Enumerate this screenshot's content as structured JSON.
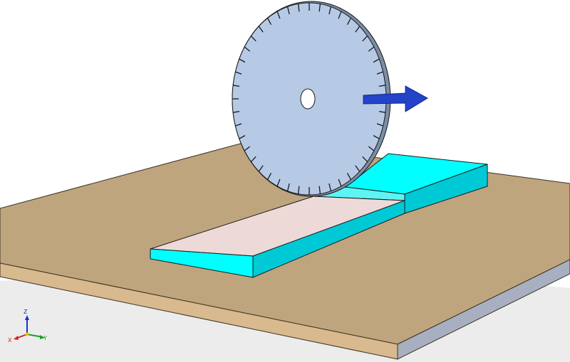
{
  "scene": {
    "description_visible": "",
    "colors": {
      "background": "#ffffff",
      "floor_shadow": "#ececec",
      "table_top": "#bfa57d",
      "table_front": "#d9b98e",
      "table_side": "#a8afc1",
      "table_edge": "#3a3226",
      "workpiece_top": "#eed9d9",
      "workpiece_cyan": "#00ffff",
      "workpiece_cyan_dark": "#00c9d6",
      "workpiece_cut_face": "#5ef4f4",
      "blade_face": "#b6cae6",
      "blade_rim": "#7c8ea6",
      "blade_teeth": "#1a1a1a",
      "arrow": "#2343c9",
      "axis_z": "#1c2fd1",
      "axis_y": "#1a9e2a",
      "axis_x": "#d42020"
    },
    "arrow_direction": "right",
    "axis_triad": {
      "x_label": "X",
      "y_label": "Y",
      "z_label": "Z"
    }
  }
}
